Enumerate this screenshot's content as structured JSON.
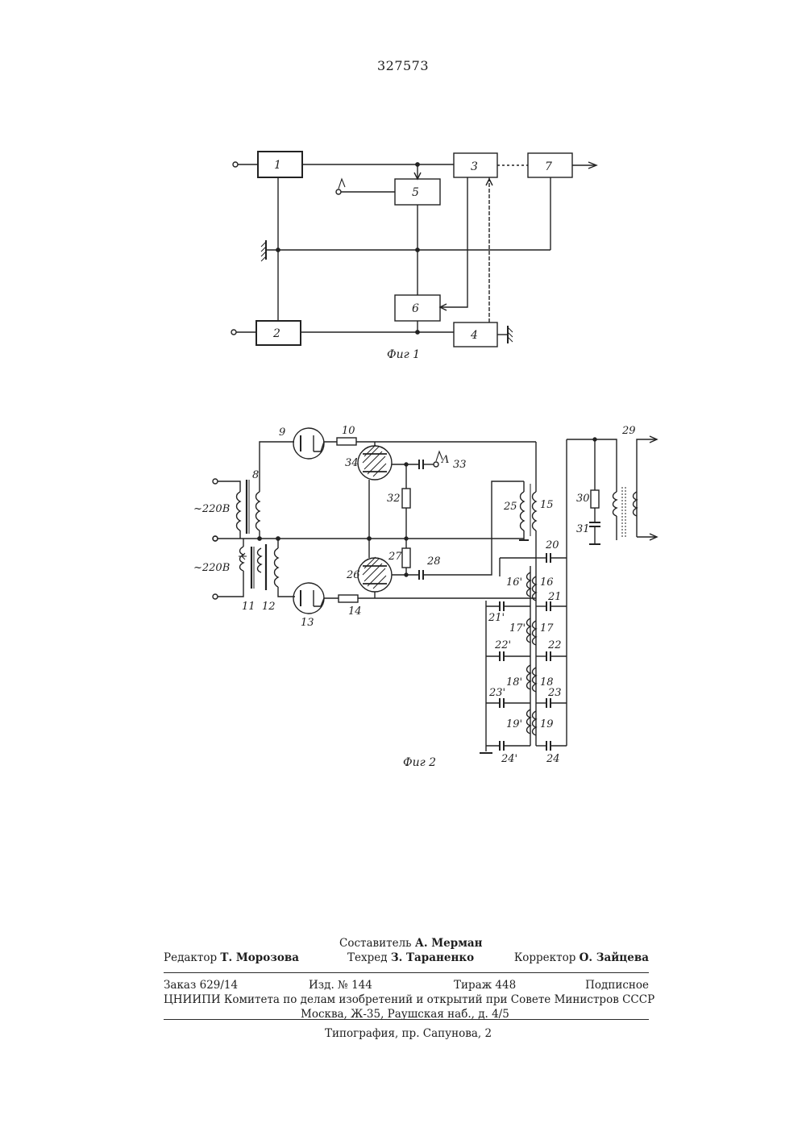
{
  "patent_number": "327573",
  "figure1": {
    "caption": "Фиг 1",
    "blocks": {
      "b1": "1",
      "b2": "2",
      "b3": "3",
      "b4": "4",
      "b5": "5",
      "b6": "6",
      "b7": "7"
    },
    "input_mark": "Λ"
  },
  "figure2": {
    "caption": "Фиг 2",
    "voltage_top": "~220В",
    "voltage_bottom": "~220В",
    "labels": {
      "l8": "8",
      "l9": "9",
      "l10": "10",
      "l11": "11",
      "l12": "12",
      "l13": "13",
      "l14": "14",
      "l15": "15",
      "l16": "16",
      "l16p": "16'",
      "l17": "17",
      "l17p": "17'",
      "l18": "18",
      "l18p": "18'",
      "l19": "19",
      "l19p": "19'",
      "l20": "20",
      "l21": "21",
      "l21p": "21'",
      "l22": "22",
      "l22p": "22'",
      "l23": "23",
      "l23p": "23'",
      "l24": "24",
      "l24p": "24'",
      "l25": "25",
      "l26": "26",
      "l27": "27",
      "l28": "28",
      "l29": "29",
      "l30": "30",
      "l31": "31",
      "l32": "32",
      "l33": "33",
      "l34": "34"
    },
    "input_mark": "Λ"
  },
  "footer": {
    "compiler_label": "Составитель",
    "compiler_name": "А. Мерман",
    "editor_label": "Редактор",
    "editor_name": "Т. Морозова",
    "tech_label": "Техред",
    "tech_name": "З. Тараненко",
    "corrector_label": "Корректор",
    "corrector_name": "О. Зайцева",
    "order": "Заказ 629/14",
    "issue": "Изд. № 144",
    "circulation": "Тираж 448",
    "subscription": "Подписное",
    "org_line1": "ЦНИИПИ Комитета по делам изобретений и открытий при Совете Министров СССР",
    "org_line2": "Москва, Ж-35, Раушская наб., д. 4/5",
    "printing": "Типография, пр. Сапунова, 2"
  }
}
